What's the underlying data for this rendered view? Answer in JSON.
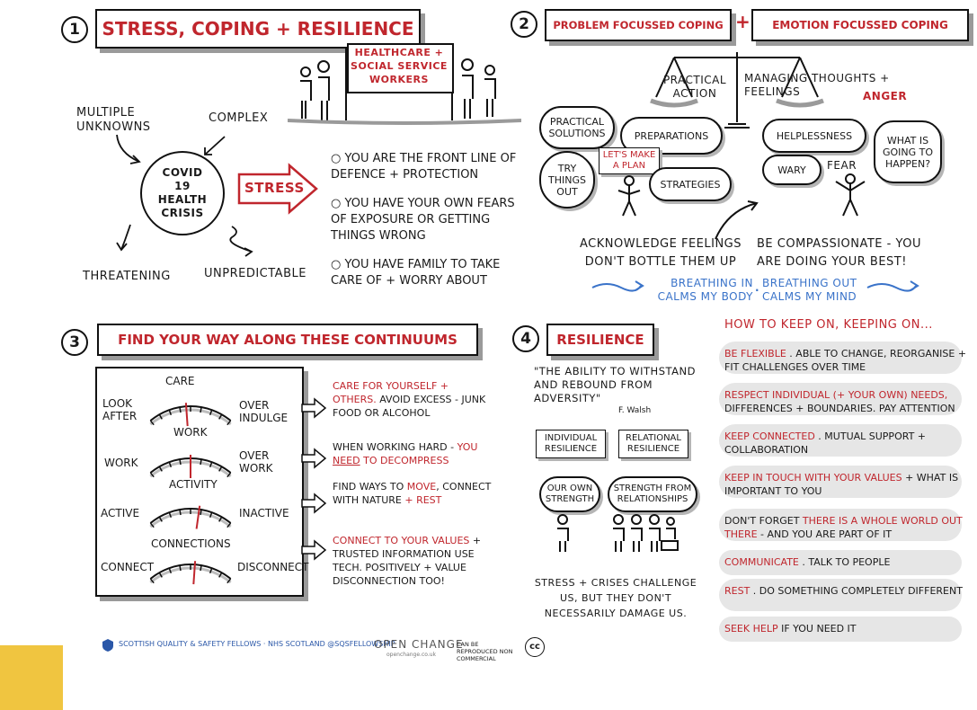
{
  "section1": {
    "number": "1",
    "title": "Stress, Coping + Resilience",
    "sign": "Healthcare + Social Service Workers",
    "center": "Covid 19 Health Crisis",
    "unknowns": "Multiple Unknowns",
    "complex": "Complex",
    "threatening": "Threatening",
    "unpredictable": "Unpredictable",
    "stress": "Stress",
    "bullets": [
      "You are the front line of defence + protection",
      "You have your own fears of exposure or getting things wrong",
      "You have family to take care of + worry about"
    ]
  },
  "section2": {
    "number": "2",
    "title_left": "Problem focussed coping",
    "plus": "+",
    "title_right": "Emotion focussed coping",
    "practical_action": "Practical Action",
    "managing": "Managing thoughts + feelings",
    "anger": "Anger",
    "clouds_left": {
      "practical_solutions": "Practical Solutions",
      "preparations": "Preparations",
      "try_things_out": "Try things out",
      "plan": "Let's make a plan",
      "strategies": "Strategies"
    },
    "clouds_right": {
      "helplessness": "Helplessness",
      "wary": "Wary",
      "fear": "Fear",
      "what_is_going": "What is going to happen?"
    },
    "acknowledge": "Acknowledge feelings don't bottle them up",
    "compassionate": "Be compassionate - you are doing your best!",
    "breath_in": "Breathing in calms my body",
    "breath_out": "Breathing out calms my mind"
  },
  "section3": {
    "number": "3",
    "title": "Find your way along these continuums",
    "gauges": [
      {
        "top": "Care",
        "left": "Look after",
        "right": "Over indulge",
        "level": 0.45
      },
      {
        "top": "Work",
        "left": "Work",
        "right": "Over work",
        "level": 0.5
      },
      {
        "top": "Activity",
        "left": "Active",
        "right": "Inactive",
        "level": 0.6
      },
      {
        "top": "Connections",
        "left": "Connect",
        "right": "Disconnect",
        "level": 0.55
      }
    ],
    "notes": [
      {
        "red": "Care for yourself + others.",
        "black": " Avoid excess - junk food or alcohol"
      },
      {
        "black1": "When working hard - ",
        "red1": "You ",
        "redu": "need",
        "red2": " to decompress"
      },
      {
        "black": "Find ways to ",
        "red": "move",
        "black2": ", connect with nature ",
        "red2": "+ rest"
      },
      {
        "red": "Connect to your values",
        "black": " + trusted information use tech. positively + value disconnection too!"
      }
    ]
  },
  "section4": {
    "number": "4",
    "title": "Resilience",
    "quote": "\"The ability to withstand and rebound from adversity\"",
    "author": "F. Walsh",
    "individual": "Individual Resilience",
    "relational": "Relational Resilience",
    "own_strength": "Our own strength",
    "strength_rel": "Strength from relationships",
    "stress_note": "Stress + crises challenge us, but they don't necessarily damage us."
  },
  "keep_on": {
    "title": "How to keep on, keeping on...",
    "items": [
      {
        "red": "Be flexible",
        "black": " . Able to change, reorganise + fit challenges over time"
      },
      {
        "red": "Respect individual (+ your own) needs,",
        "black": " differences + boundaries. Pay attention"
      },
      {
        "red": "Keep connected",
        "black": " . Mutual support + collaboration"
      },
      {
        "red": "Keep in touch with your values",
        "black": " + what is important to you"
      },
      {
        "black0": "Don't forget ",
        "red": "there is a whole world out there",
        "black": " - and you are part of it"
      },
      {
        "red": "Communicate",
        "black": " . Talk to people"
      },
      {
        "red": "Rest",
        "black": " . Do something completely different"
      },
      {
        "red": "Seek help",
        "black": " if you need it"
      }
    ]
  },
  "footer": {
    "sqsf": "Scottish Quality & Safety Fellows · NHS Scotland @SQSFellowship",
    "openchange": "OPEN CHANGE",
    "openchange_sub": "openchange.co.uk",
    "reproduced": "Can be reproduced non commercial",
    "cc": "cc"
  },
  "colors": {
    "red": "#c0262d",
    "blue": "#3a73c9",
    "corner": "#f0c540"
  }
}
